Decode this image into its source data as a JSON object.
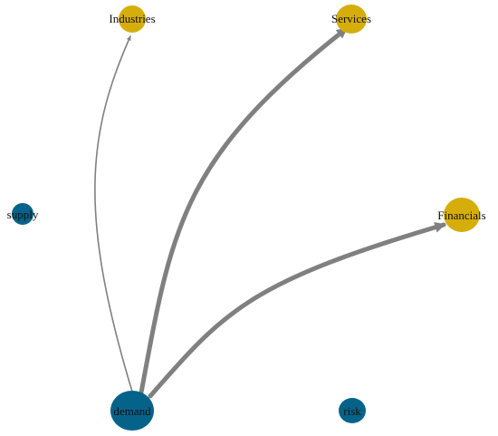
{
  "colors": {
    "sector": "#d6ae0c",
    "factor": "#05638a",
    "edge": "#808080"
  },
  "nodes": [
    {
      "id": "industries",
      "label": "Industries",
      "group": "sector"
    },
    {
      "id": "services",
      "label": "Services",
      "group": "sector"
    },
    {
      "id": "financials",
      "label": "Financials",
      "group": "sector"
    },
    {
      "id": "supply",
      "label": "supply",
      "group": "factor"
    },
    {
      "id": "demand",
      "label": "demand",
      "group": "factor"
    },
    {
      "id": "risk",
      "label": "risk",
      "group": "factor"
    }
  ],
  "edges": [
    {
      "from": "demand",
      "to": "industries",
      "weight": "thin"
    },
    {
      "from": "demand",
      "to": "services",
      "weight": "thick"
    },
    {
      "from": "demand",
      "to": "financials",
      "weight": "thick"
    }
  ]
}
